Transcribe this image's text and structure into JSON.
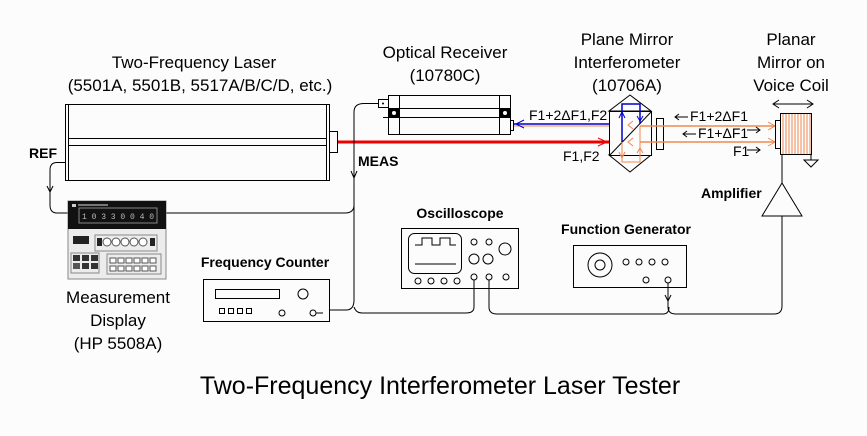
{
  "title": "Two-Frequency Interferometer Laser Tester",
  "components": {
    "laser": {
      "line1": "Two-Frequency Laser",
      "line2": "(5501A, 5501B, 5517A/B/C/D, etc.)"
    },
    "receiver": {
      "line1": "Optical Receiver",
      "line2": "(10780C)"
    },
    "interferometer": {
      "line1": "Plane Mirror",
      "line2": "Interferometer",
      "line3": "(10706A)"
    },
    "mirror": {
      "line1": "Planar",
      "line2": "Mirror on",
      "line3": "Voice Coil"
    },
    "display": {
      "line1": "Measurement",
      "line2": "Display",
      "line3": "(HP 5508A)",
      "readout": "1 0 3 3 0 0 4 0"
    },
    "counter": {
      "label": "Frequency Counter"
    },
    "scope": {
      "label": "Oscilloscope"
    },
    "generator": {
      "label": "Function Generator"
    },
    "amplifier": {
      "label": "Amplifier"
    }
  },
  "signals": {
    "ref": "REF",
    "meas": "MEAS",
    "receiver_beam": "F1+2ΔF1,F2",
    "laser_beam": "F1,F2",
    "return1": "F1+2ΔF1",
    "return2": "F1+ΔF1",
    "outgoing": "F1"
  },
  "colors": {
    "laser_beam": "#ee0000",
    "receiver_beam": "#0000cc",
    "mirror_beam": "#f08850",
    "line": "#000000"
  }
}
